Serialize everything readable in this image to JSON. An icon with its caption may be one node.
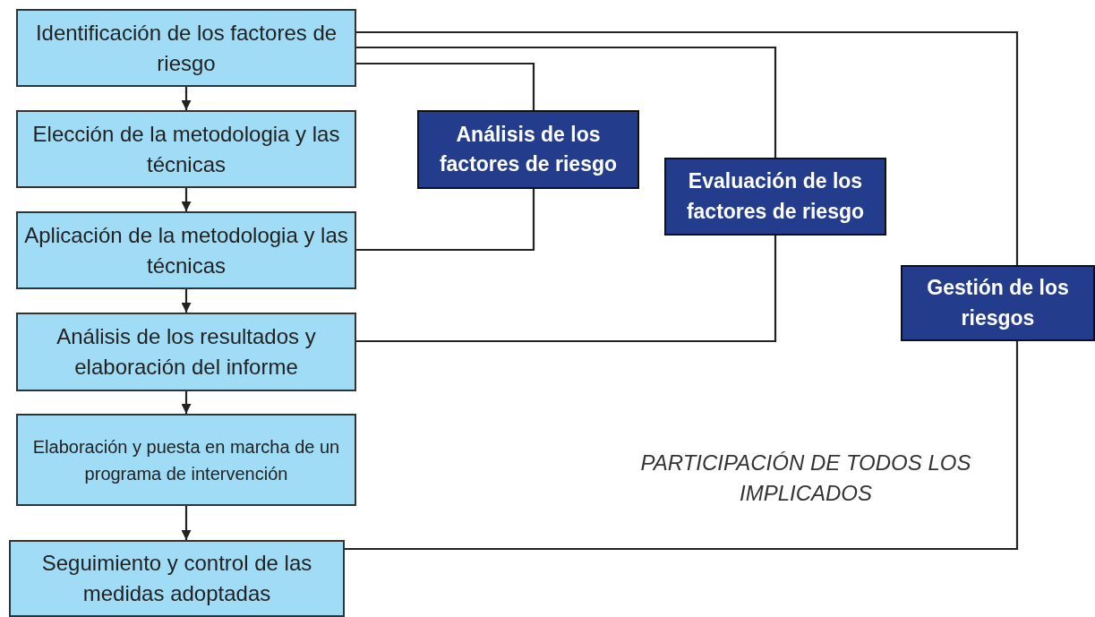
{
  "diagram": {
    "nodes": [
      {
        "text": [
          "Identificación de los factores de riesgo"
        ]
      },
      {
        "text": [
          "Elección de la metodologia y las técnicas"
        ]
      },
      {
        "text": [
          "Aplicación de la metodologia y las técnicas"
        ]
      },
      {
        "text": [
          "Análisis de los resultados y elaboración del informe"
        ]
      },
      {
        "text": [
          "Elaboración y puesta en marcha de un programa de intervención"
        ]
      },
      {
        "text": [
          "Seguimiento y control de las medidas adoptadas"
        ]
      },
      {
        "text": [
          "Análisis de los factores de riesgo"
        ]
      },
      {
        "text": [
          "Evaluación de los factores de riesgo"
        ]
      },
      {
        "text": [
          "Gestión de los riesgos"
        ]
      }
    ],
    "edges": [
      {
        "from": 0,
        "to": 1,
        "arrow": "to"
      },
      {
        "from": 1,
        "to": 2,
        "arrow": "to"
      },
      {
        "from": 2,
        "to": 3,
        "arrow": "to"
      },
      {
        "from": 3,
        "to": 4,
        "arrow": "to"
      },
      {
        "from": 4,
        "to": 5,
        "arrow": "to"
      },
      {
        "from": 0,
        "to": 6,
        "arrow": "none"
      },
      {
        "from": 6,
        "to": 2,
        "arrow": "none"
      },
      {
        "from": 0,
        "to": 7,
        "arrow": "none"
      },
      {
        "from": 7,
        "to": 3,
        "arrow": "none"
      },
      {
        "from": 0,
        "to": 8,
        "arrow": "none"
      },
      {
        "from": 8,
        "to": 5,
        "arrow": "none"
      }
    ],
    "labels": [
      "PARTICIPACIÓN DE TODOS LOS IMPLICADOS"
    ]
  }
}
